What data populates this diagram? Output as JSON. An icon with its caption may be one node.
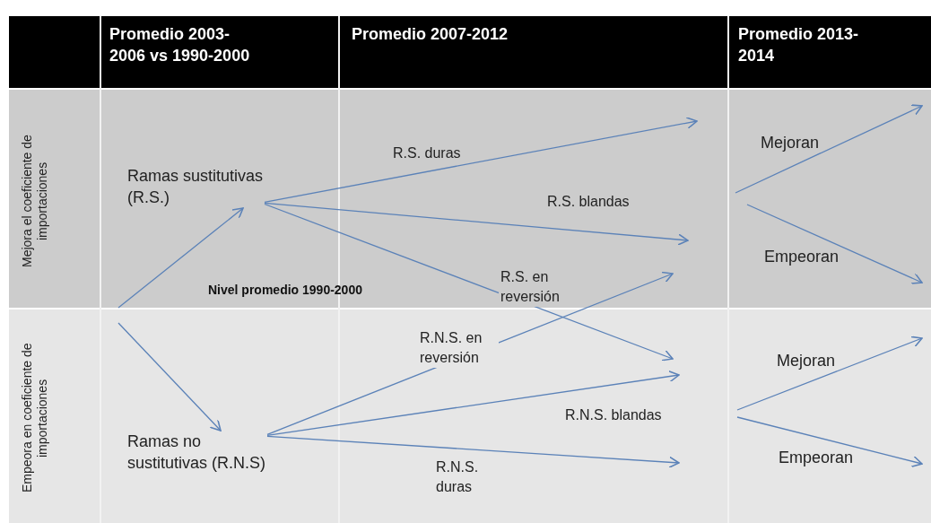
{
  "diagram": {
    "nodes": [
      {
        "text": [
          "Ramas sustitutivas (R.S.)"
        ]
      },
      {
        "text": [
          "Ramas no sustitutivas (R.N.S)"
        ]
      },
      {
        "text": [
          "Mejoran"
        ]
      },
      {
        "text": [
          "Empeoran"
        ]
      },
      {
        "text": [
          "Mejoran"
        ]
      },
      {
        "text": [
          "Empeoran"
        ]
      }
    ],
    "edges": [
      {
        "from": null,
        "to": 0,
        "arrow": "to"
      },
      {
        "from": null,
        "to": 1,
        "arrow": "to"
      },
      {
        "from": 0,
        "to": null,
        "arrow": "to",
        "label": "R.S. duras"
      },
      {
        "from": 0,
        "to": null,
        "arrow": "to",
        "label": "R.S. blandas"
      },
      {
        "from": 0,
        "to": null,
        "arrow": "to",
        "label": "R.S. en reversión"
      },
      {
        "from": 1,
        "to": null,
        "arrow": "to",
        "label": "R.N.S. en reversión"
      },
      {
        "from": 1,
        "to": null,
        "arrow": "to",
        "label": "R.N.S. blandas"
      },
      {
        "from": 1,
        "to": null,
        "arrow": "to",
        "label": "R.N.S. duras"
      },
      {
        "from": 2,
        "to": null,
        "arrow": "to"
      },
      {
        "from": 3,
        "to": null,
        "arrow": "to"
      },
      {
        "from": 4,
        "to": null,
        "arrow": "to"
      },
      {
        "from": 5,
        "to": null,
        "arrow": "to"
      }
    ],
    "labels": [
      "Promedio 2003-2006 vs 1990-2000",
      "Promedio 2007-2012",
      "Promedio 2013-2014",
      "Mejora el coeficiente de importaciones",
      "Nivel promedio 1990-2000",
      "Empeora en coeficiente de importaciones"
    ]
  }
}
